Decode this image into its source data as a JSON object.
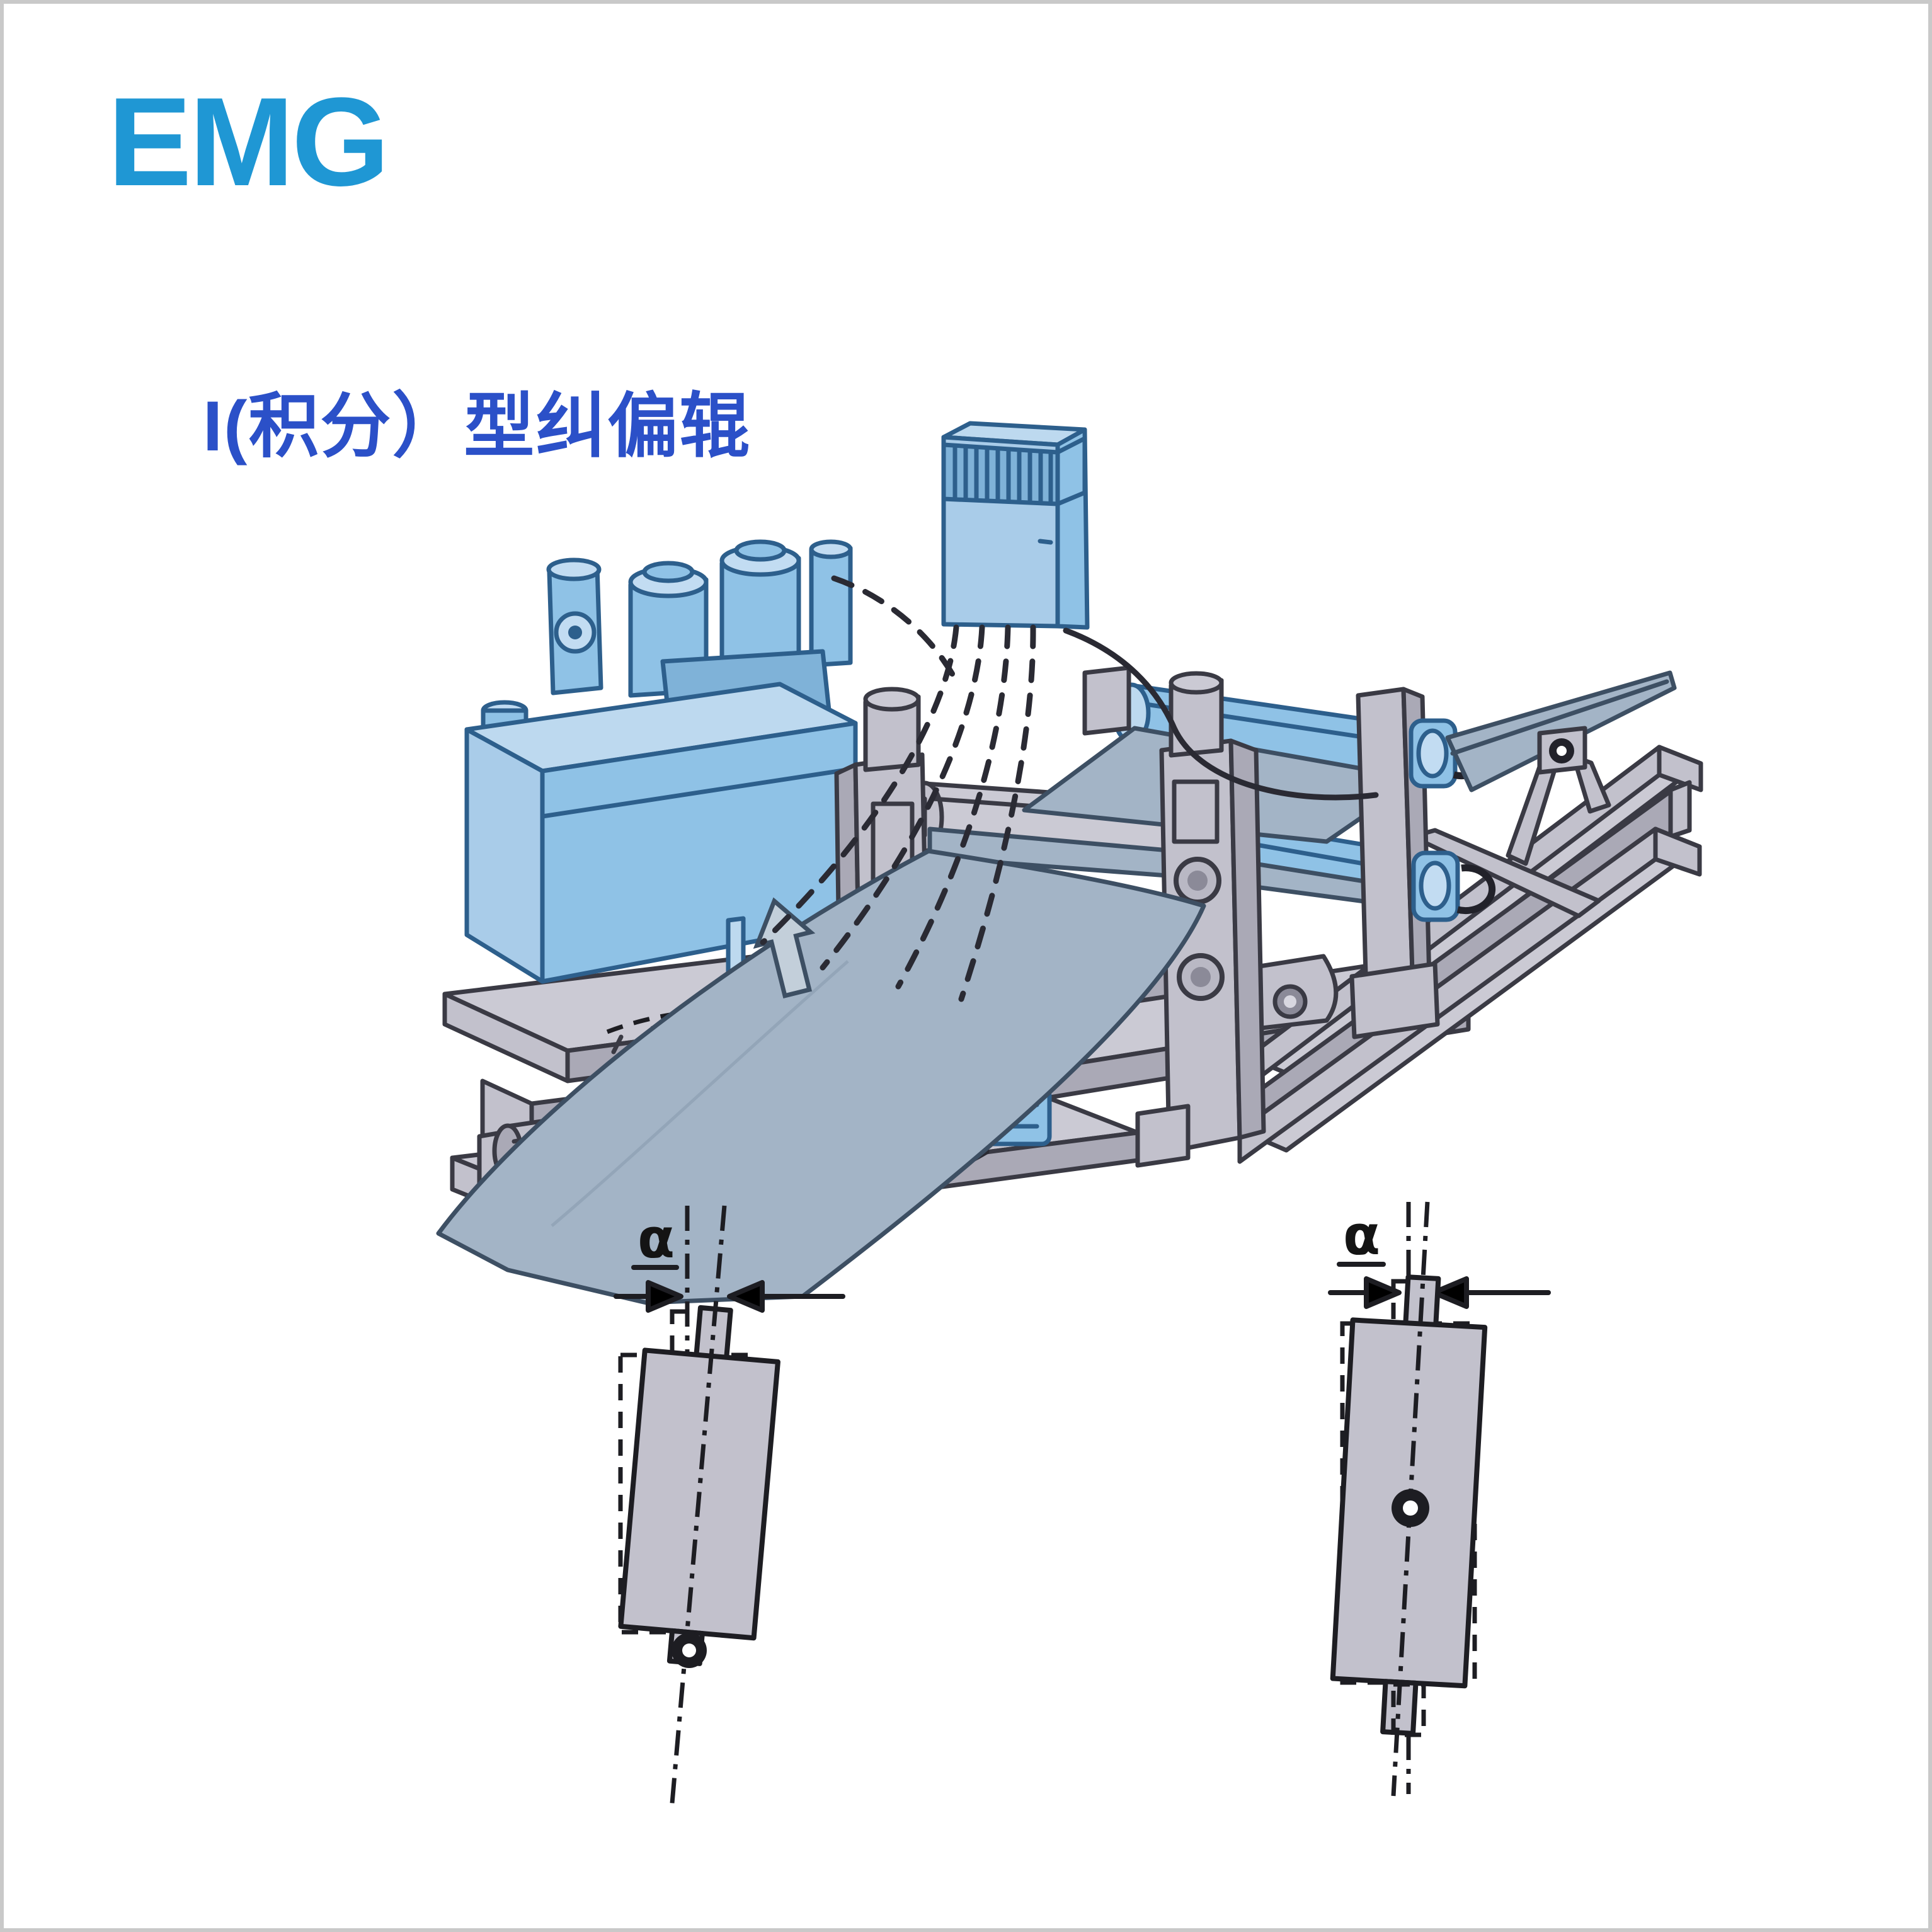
{
  "page": {
    "background": "#ffffff",
    "border_color": "#c9c9c9"
  },
  "logo": {
    "text": "EMG",
    "color": "#1f97d4"
  },
  "title": {
    "text": "I(积分）型纠偏辊",
    "color": "#2b50c8"
  },
  "illustration": {
    "components": [
      "hydraulic-power-unit",
      "hydraulic-cylinder",
      "controller-cabinet",
      "control-cables",
      "steel-base-beam-left",
      "steel-base-beam-right",
      "guide-frame-left-post",
      "guide-frame-right-post",
      "mid-support-post",
      "deflection-roller",
      "steering-roller-upper",
      "steering-roller-lower",
      "web-strip-drape",
      "web-strip-sheet",
      "web-direction-arrow",
      "pivot-sector-plate",
      "support-stand"
    ]
  },
  "diagrams": {
    "left": {
      "angle_label": "α",
      "pivot_location": "bottom-end"
    },
    "right": {
      "angle_label": "α",
      "pivot_location": "center"
    }
  },
  "colors": {
    "logo_blue": "#1f97d4",
    "title_blue": "#2b50c8",
    "machine_blue": "#a9cce9",
    "machine_blue_dark": "#7fb2d8",
    "machine_gray": "#c6c5cf",
    "machine_gray_dark": "#aaa9b6",
    "web_gray_blue": "#a3b4c6",
    "outline_dark": "#3a3a44",
    "diagram_black": "#1d1d22",
    "page_border": "#c9c9c9"
  }
}
